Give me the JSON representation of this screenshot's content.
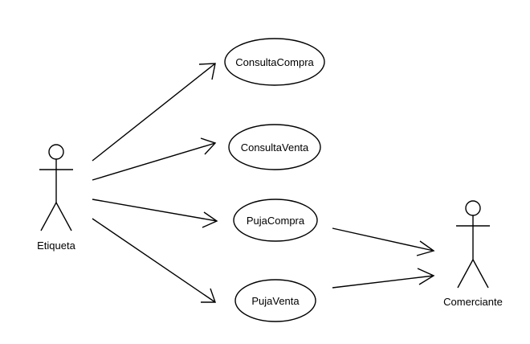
{
  "actors": [
    {
      "id": "etiqueta",
      "label": "Etiqueta"
    },
    {
      "id": "comerciante",
      "label": "Comerciante"
    }
  ],
  "use_cases": [
    {
      "id": "consulta-compra",
      "label": "ConsultaCompra"
    },
    {
      "id": "consulta-venta",
      "label": "ConsultaVenta"
    },
    {
      "id": "puja-compra",
      "label": "PujaCompra"
    },
    {
      "id": "puja-venta",
      "label": "PujaVenta"
    }
  ],
  "associations": [
    {
      "from": "etiqueta",
      "to": "consulta-compra"
    },
    {
      "from": "etiqueta",
      "to": "consulta-venta"
    },
    {
      "from": "etiqueta",
      "to": "puja-compra"
    },
    {
      "from": "etiqueta",
      "to": "puja-venta"
    },
    {
      "from": "puja-compra",
      "to": "comerciante"
    },
    {
      "from": "puja-venta",
      "to": "comerciante"
    }
  ],
  "colors": {
    "line": "#000000",
    "background": "#ffffff"
  }
}
